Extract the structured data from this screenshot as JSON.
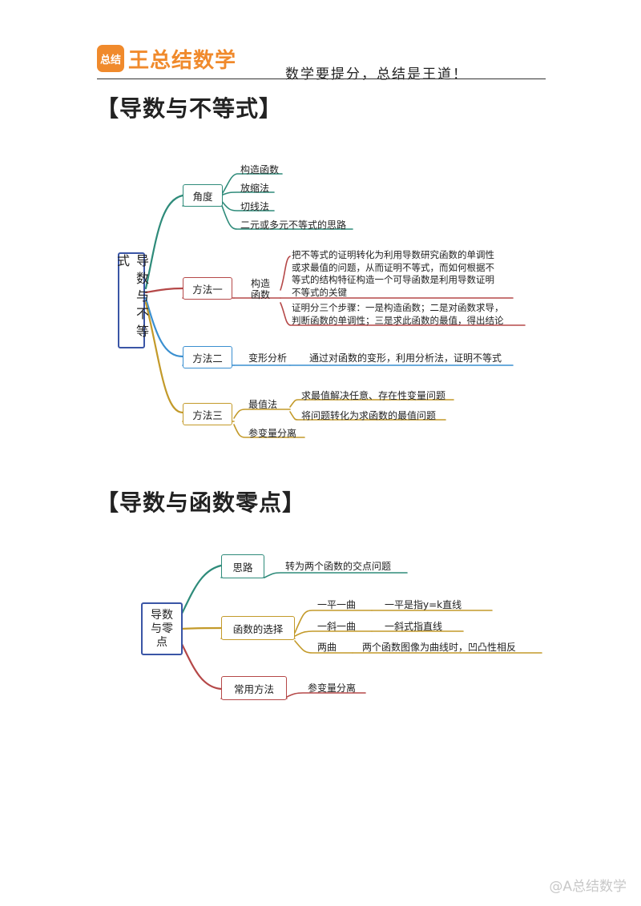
{
  "header": {
    "logo_text": "总结",
    "brand": "王总结数学",
    "slogan": "数学要提分，总结是王道！"
  },
  "section1": {
    "title": "【导数与不等式】",
    "root": "导数与不等式",
    "angle": {
      "label": "角度",
      "items": [
        "构造函数",
        "放缩法",
        "切线法",
        "二元或多元不等式的思路"
      ]
    },
    "method1": {
      "label": "方法一",
      "sub_label": "构造函数",
      "text1_lines": [
        "把不等式的证明转化为利用导数研究函数的单调性",
        "或求最值的问题，从而证明不等式，而如何根据不",
        "等式的结构特征构造一个可导函数是利用导数证明",
        "不等式的关键"
      ],
      "text2_lines": [
        "证明分三个步骤：一是构造函数；二是对函数求导，",
        "判断函数的单调性；三是求此函数的最值，得出结论"
      ]
    },
    "method2": {
      "label": "方法二",
      "sub_label": "变形分析",
      "text": "通过对函数的变形，利用分析法，证明不等式"
    },
    "method3": {
      "label": "方法三",
      "sub_label": "最值法",
      "items": [
        "求最值解决任意、存在性变量问题",
        "将问题转化为求函数的最值问题"
      ],
      "sub_label2": "参变量分离"
    }
  },
  "section2": {
    "title": "【导数与函数零点】",
    "root_lines": [
      "导数",
      "与零",
      "点"
    ],
    "idea": {
      "label": "思路",
      "text": "转为两个函数的交点问题"
    },
    "choice": {
      "label": "函数的选择",
      "items": [
        {
          "name": "一平一曲",
          "text": "一平是指y=k直线"
        },
        {
          "name": "一斜一曲",
          "text": "一斜式指直线"
        },
        {
          "name": "两曲",
          "text": "两个函数图像为曲线时，凹凸性相反"
        }
      ]
    },
    "common": {
      "label": "常用方法",
      "text": "参变量分离"
    }
  },
  "watermark": "@A总结数学",
  "colors": {
    "teal": "#2e8b7a",
    "red": "#b54848",
    "blue": "#3a8fd0",
    "gold": "#c39a2a",
    "orange": "#f08a2c",
    "navy": "#3a55a6"
  }
}
